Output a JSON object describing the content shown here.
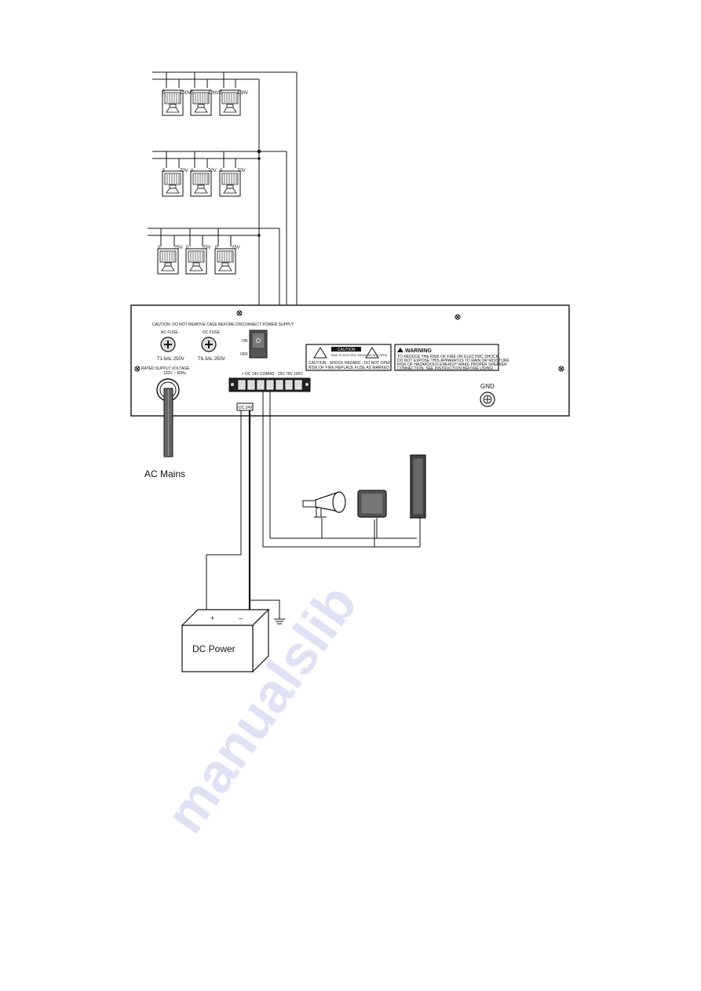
{
  "watermark": "manualslib",
  "speaker_groups": [
    {
      "label_common": "0",
      "label_tap": "100V"
    },
    {
      "label_common": "0",
      "label_tap": "70V"
    },
    {
      "label_common": "0",
      "label_tap": "25V"
    }
  ],
  "panel": {
    "caution_top": "CAUTION: DO NOT REMOVE CASE BEFORE DISCONNECT POWER SUPPLY",
    "ac_fuse_label": "AC FUSE",
    "ac_fuse_rating": "T1.6AL 250V",
    "dc_fuse_label": "DC FUSE",
    "dc_fuse_rating": "T6.3AL 250V",
    "rated_supply_label": "RATED SUPPLY VOLTAGE",
    "rated_supply_value": "120V ~ 60Hz",
    "switch_on": "ON",
    "switch_off": "OFF",
    "terminal_labels": [
      "+ DC 24V -",
      "COM",
      "4Ω",
      "25V",
      "70V",
      "100V"
    ],
    "dc_input_label": "DC 24V",
    "caution_box": {
      "header": "CAUTION",
      "sub": "RISK OF ELECTRIC SHOCK DO NOT OPEN",
      "line1": "CAUTION : SHOCK HAZARD - DO NOT OPEN",
      "line2": "RISK OF FIRE REPLACE FUSE AS MARKED"
    },
    "warning_box": {
      "header": "WARNING",
      "lines": [
        "TO REDUCE THE RISK OF FIRE OR ELECTRIC SHOCK",
        "DO NOT EXPOSE THIS APPARATUS TO RAIN OR MOISTURE",
        "RISK OF HAZARDOUS ENERGY! MAKE PROPER SPEAKER",
        "CONNECTION, SEE INSTRUCTION BEFORE USING!"
      ]
    },
    "gnd_label": "GND"
  },
  "ac_mains_label": "AC Mains",
  "dc_power": {
    "label": "DC Power",
    "plus": "+",
    "minus": "–"
  }
}
